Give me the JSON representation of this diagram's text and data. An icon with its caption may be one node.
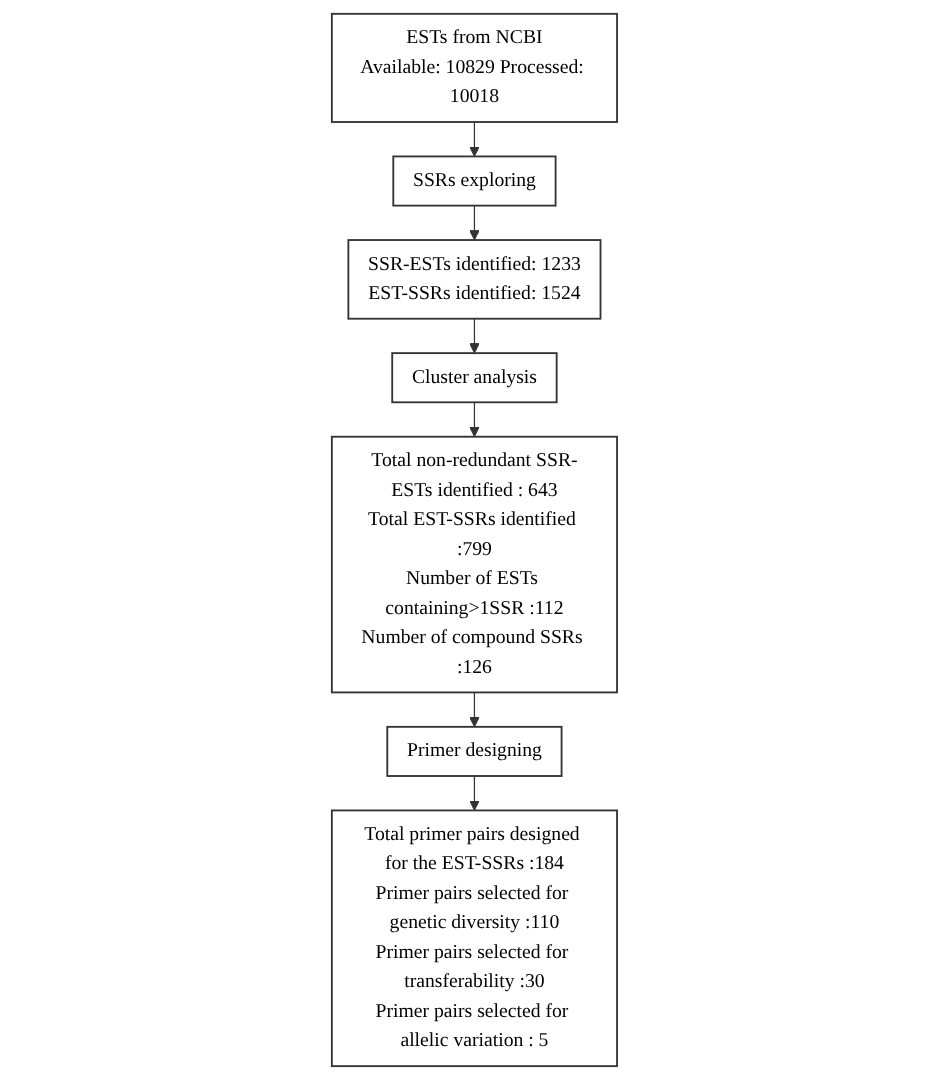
{
  "diagram": {
    "nodes": [
      {
        "text": [
          "ESTs from NCBI",
          "Available: 10829 Processed: 10018"
        ]
      },
      {
        "text": [
          "SSRs exploring"
        ]
      },
      {
        "text": [
          "SSR-ESTs identified: 1233",
          "EST-SSRs identified: 1524"
        ]
      },
      {
        "text": [
          "Cluster analysis"
        ]
      },
      {
        "text": [
          "Total non-redundant SSR-ESTs identified : 643",
          "Total EST-SSRs identified :799",
          "Number of ESTs containing>1SSR :112",
          "Number of compound SSRs :126"
        ]
      },
      {
        "text": [
          "Primer designing"
        ]
      },
      {
        "text": [
          "Total primer pairs designed for the EST-SSRs :184",
          "Primer pairs selected for genetic diversity :110",
          "Primer pairs selected for transferability :30",
          "Primer pairs selected for allelic variation : 5"
        ]
      }
    ],
    "edges": [
      {
        "from": 0,
        "to": 1,
        "arrow": "to"
      },
      {
        "from": 1,
        "to": 2,
        "arrow": "to"
      },
      {
        "from": 2,
        "to": 3,
        "arrow": "to"
      },
      {
        "from": 3,
        "to": 4,
        "arrow": "to"
      },
      {
        "from": 4,
        "to": 5,
        "arrow": "to"
      },
      {
        "from": 5,
        "to": 6,
        "arrow": "to"
      }
    ]
  }
}
